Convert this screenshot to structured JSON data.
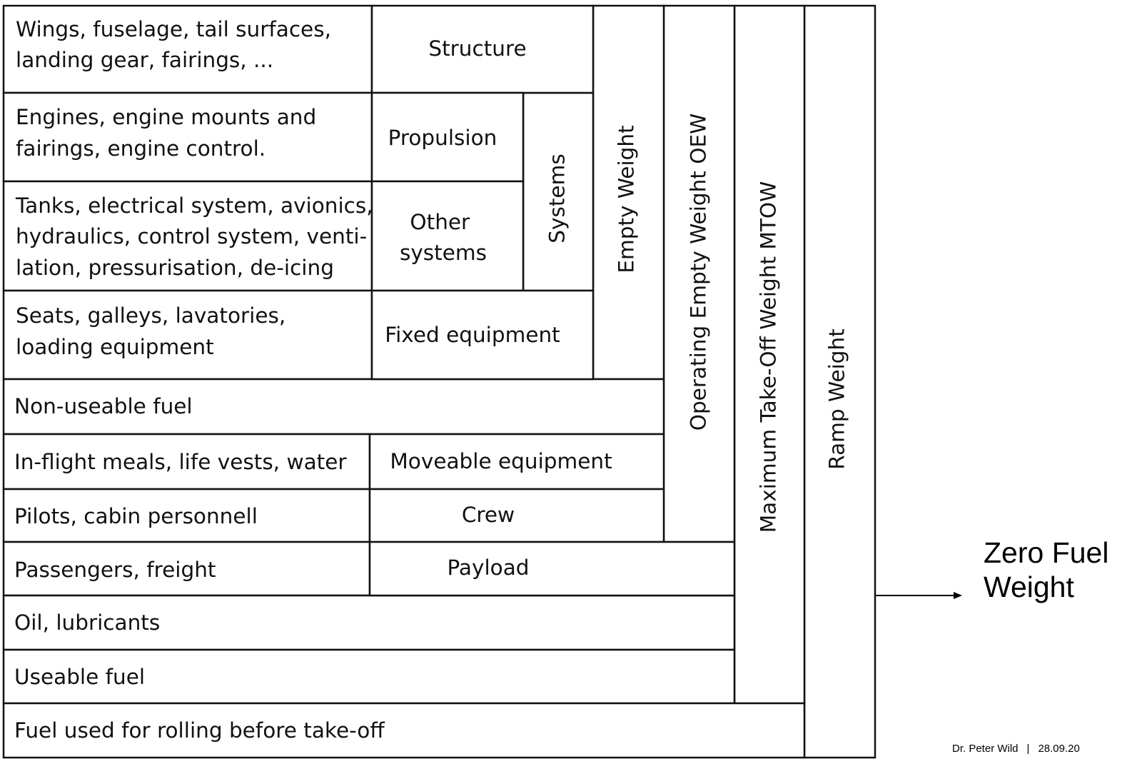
{
  "rows": [
    {
      "id": "structure-row",
      "description": [
        "Wings, fuselage, tail surfaces,",
        "landing gear, fairings, ..."
      ],
      "category": [
        "Structure"
      ]
    },
    {
      "id": "propulsion-row",
      "description": [
        "Engines, engine mounts and",
        "fairings, engine control."
      ],
      "category": [
        "Propulsion"
      ]
    },
    {
      "id": "other-systems-row",
      "description": [
        "Tanks, electrical system, avionics,",
        "hydraulics, control system, venti-",
        "lation, pressurisation, de-icing"
      ],
      "category": [
        "Other",
        "systems"
      ]
    },
    {
      "id": "fixed-equipment-row",
      "description": [
        "Seats, galleys, lavatories,",
        "loading equipment"
      ],
      "category": [
        "Fixed equipment"
      ]
    },
    {
      "id": "non-useable-fuel-row",
      "description": [
        "Non-useable fuel"
      ],
      "category": []
    },
    {
      "id": "moveable-equipment-row",
      "description": [
        "In-flight meals, life vests, water"
      ],
      "category": [
        "Moveable equipment"
      ]
    },
    {
      "id": "crew-row",
      "description": [
        "Pilots, cabin personnell"
      ],
      "category": [
        "Crew"
      ]
    },
    {
      "id": "payload-row",
      "description": [
        "Passengers, freight"
      ],
      "category": [
        "Payload"
      ]
    },
    {
      "id": "oil-row",
      "description": [
        "Oil, lubricants"
      ],
      "category": []
    },
    {
      "id": "useable-fuel-row",
      "description": [
        "Useable fuel"
      ],
      "category": []
    },
    {
      "id": "rolling-fuel-row",
      "description": [
        "Fuel used for rolling before take-off"
      ],
      "category": []
    }
  ],
  "groups": {
    "systems": "Systems",
    "empty_weight": "Empty Weight",
    "oew": "Operating Empty Weight OEW",
    "mtow": "Maximum Take-Off Weight MTOW",
    "ramp": "Ramp Weight"
  },
  "zero_fuel_weight": {
    "line1": "Zero Fuel",
    "line2": "Weight"
  },
  "footer": {
    "author": "Dr. Peter Wild",
    "separator": "|",
    "date": "28.09.20"
  }
}
